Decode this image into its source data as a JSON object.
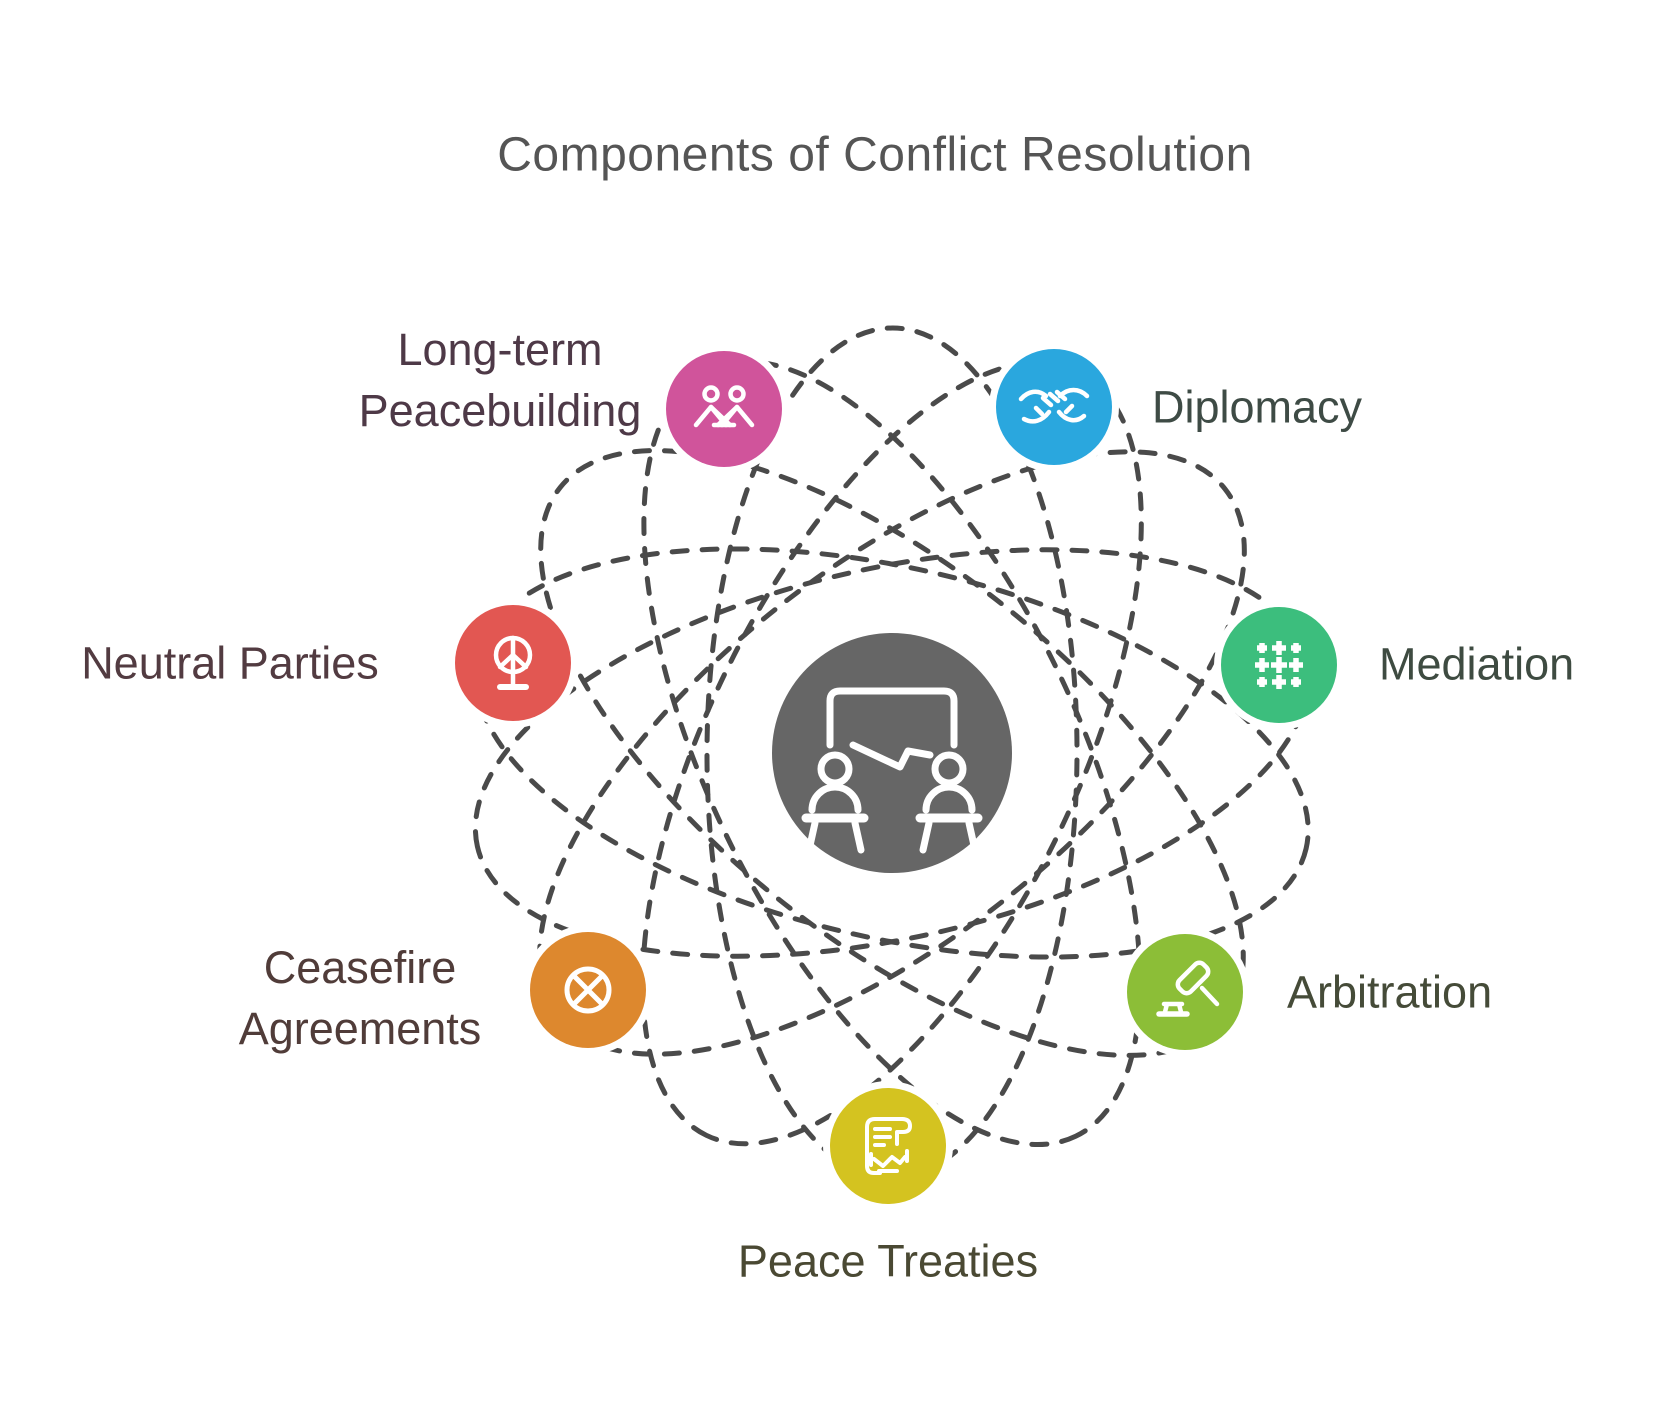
{
  "title": {
    "text": "Components of Conflict Resolution",
    "color": "#555555"
  },
  "canvas": {
    "background": "#ffffff",
    "dash_color": "#4A4A4A"
  },
  "center": {
    "icon": "negotiation-table-icon",
    "color": "#666666",
    "icon_color": "#ffffff"
  },
  "nodes": [
    {
      "id": "diplomacy",
      "label_lines": [
        "Diplomacy"
      ],
      "color": "#2AA7DE",
      "label_color": "#3E4B45",
      "icon": "handshake-icon"
    },
    {
      "id": "mediation",
      "label_lines": [
        "Mediation"
      ],
      "color": "#3CBE7D",
      "label_color": "#3E4B41",
      "icon": "plus-cluster-icon"
    },
    {
      "id": "arbitration",
      "label_lines": [
        "Arbitration"
      ],
      "color": "#8CBE37",
      "label_color": "#454B38",
      "icon": "gavel-icon"
    },
    {
      "id": "peace-treaties",
      "label_lines": [
        "Peace Treaties"
      ],
      "color": "#D4C320",
      "label_color": "#4A4933",
      "icon": "treaty-scroll-icon"
    },
    {
      "id": "ceasefire-agreements",
      "label_lines": [
        "Ceasefire",
        "Agreements"
      ],
      "color": "#DD882E",
      "label_color": "#503C39",
      "icon": "circle-x-icon"
    },
    {
      "id": "neutral-parties",
      "label_lines": [
        "Neutral Parties"
      ],
      "color": "#E25752",
      "label_color": "#523B41",
      "icon": "peace-stand-icon"
    },
    {
      "id": "long-term-peacebuilding",
      "label_lines": [
        "Long-term",
        "Peacebuilding"
      ],
      "color": "#D0549B",
      "label_color": "#4E3947",
      "icon": "people-group-icon"
    }
  ]
}
